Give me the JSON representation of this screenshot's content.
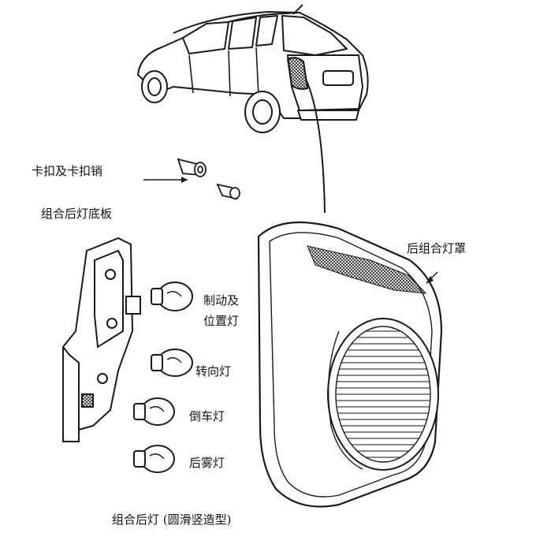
{
  "labels": {
    "clip_and_pin": "卡扣及卡扣销",
    "base_plate": "组合后灯底板",
    "lamp_cover": "后组合灯罩",
    "brake_position_line1": "制动及",
    "brake_position_line2": "位置灯",
    "turn_signal": "转向灯",
    "reverse": "倒车灯",
    "rear_fog": "后雾灯"
  },
  "caption": "组合后灯 (圆滑竖造型)",
  "colors": {
    "line": "#1a1a1a",
    "paper": "#ffffff",
    "shade": "#3a3a3a"
  }
}
